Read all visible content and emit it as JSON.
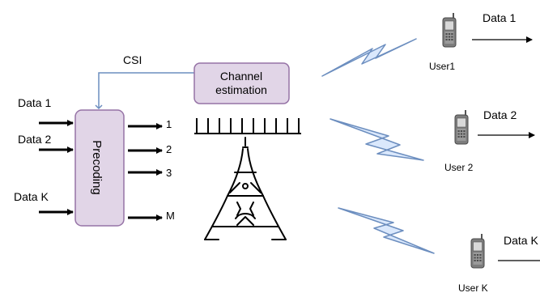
{
  "inputs": [
    {
      "label": "Data 1"
    },
    {
      "label": "Data 2"
    },
    {
      "label": "Data K"
    }
  ],
  "csi_label": "CSI",
  "channel_estimation": {
    "line1": "Channel",
    "line2": "estimation"
  },
  "precoding_label": "Precoding",
  "antenna_ports": [
    {
      "label": "1"
    },
    {
      "label": "2"
    },
    {
      "label": "3"
    },
    {
      "label": "M"
    }
  ],
  "users": [
    {
      "label": "User1",
      "output_label": "Data 1"
    },
    {
      "label": "User 2",
      "output_label": "Data 2"
    },
    {
      "label": "User K",
      "output_label": "Data K"
    }
  ],
  "colors": {
    "box_fill": "#e1d5e7",
    "box_stroke": "#9673a6",
    "csi_line": "#6c8ebf",
    "bolt_fill": "#dae8fc",
    "bolt_stroke": "#6c8ebf",
    "arrow": "#000000",
    "text": "#000000",
    "phone_body": "#8a8a8a"
  },
  "icons": [
    "base-station-tower-icon",
    "antenna-array-icon",
    "lightning-link-icon",
    "mobile-phone-icon"
  ]
}
